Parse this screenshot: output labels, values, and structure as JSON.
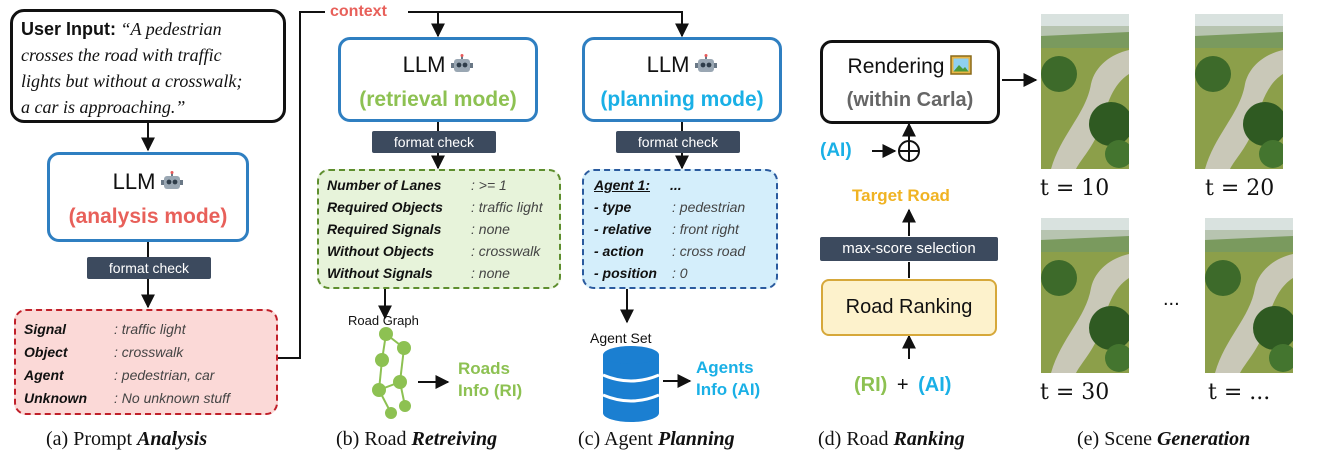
{
  "user_input": {
    "label": "User Input:",
    "text_lines": [
      "“A pedestrian",
      "crosses the road with traffic",
      "lights but without a crosswalk;",
      "a car is approaching.”"
    ]
  },
  "context_label": "context",
  "llm_label": "LLM",
  "format_check": "format check",
  "analysis": {
    "mode": "(analysis mode)",
    "rows": [
      {
        "k": "Signal",
        "v": ": traffic light"
      },
      {
        "k": "Object",
        "v": ": crosswalk"
      },
      {
        "k": "Agent",
        "v": ": pedestrian, car"
      },
      {
        "k": "Unknown",
        "v": ": No unknown stuff"
      }
    ],
    "caption_pre": "(a) Prompt ",
    "caption_em": "Analysis"
  },
  "retrieval": {
    "mode": "(retrieval mode)",
    "rows": [
      {
        "k": "Number of Lanes",
        "v": ": >= 1"
      },
      {
        "k": "Required Objects",
        "v": ": traffic light"
      },
      {
        "k": "Required Signals",
        "v": ": none"
      },
      {
        "k": "Without Objects",
        "v": ": crosswalk"
      },
      {
        "k": "Without Signals",
        "v": ": none"
      }
    ],
    "graph_label": "Road Graph",
    "info_line1": "Roads",
    "info_line2": "Info (RI)",
    "caption_pre": "(b) Road ",
    "caption_em": "Retreiving"
  },
  "planning": {
    "mode": "(planning mode)",
    "agent_header": "Agent 1:",
    "agent_header_val": "...",
    "rows": [
      {
        "k": "- type",
        "v": ": pedestrian"
      },
      {
        "k": "- relative",
        "v": ": front right"
      },
      {
        "k": "- action",
        "v": ": cross road"
      },
      {
        "k": "- position",
        "v": ": 0"
      }
    ],
    "set_label": "Agent Set",
    "info_line1": "Agents",
    "info_line2": "Info (AI)",
    "caption_pre": "(c) Agent ",
    "caption_em": "Planning"
  },
  "ranking": {
    "render_line1": "Rendering",
    "render_line2": "(within Carla)",
    "ai_label": "(AI)",
    "target_road": "Target Road",
    "selection": "max-score selection",
    "ranking_box": "Road Ranking",
    "ri": "(RI)",
    "plus": "+",
    "ai": "(AI)",
    "caption_pre": "(d) Road ",
    "caption_em": "Ranking"
  },
  "generation": {
    "t_labels": [
      "t = 10",
      "t = 20",
      "t = 30",
      "t = ..."
    ],
    "ellipsis": "...",
    "caption_pre": "(e) Scene ",
    "caption_em": "Generation"
  },
  "colors": {
    "blue_border": "#2f7fc1",
    "analysis_red": "#e8605a",
    "retrieval_green": "#8dc152",
    "planning_cyan": "#1ab0e6",
    "target_orange": "#f0b323"
  }
}
